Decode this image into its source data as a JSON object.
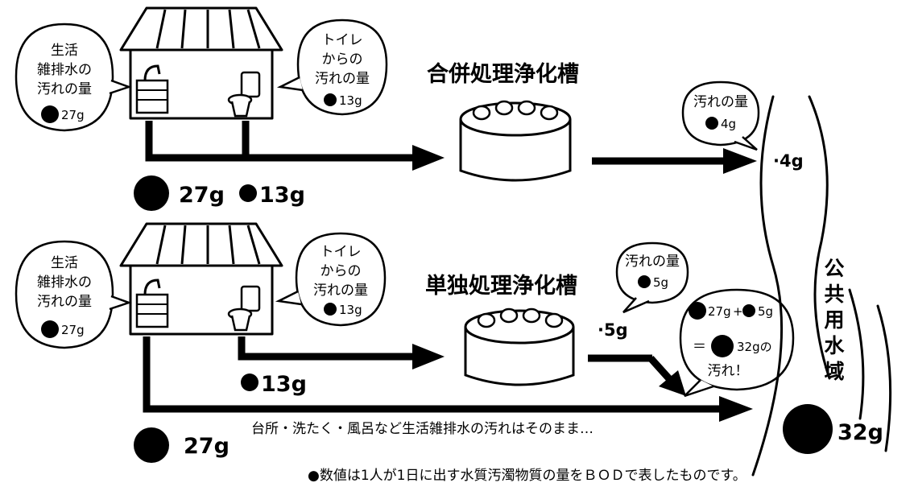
{
  "top": {
    "title": "合併処理浄化槽",
    "bubble_household": [
      "生活",
      "雑排水の",
      "汚れの量"
    ],
    "bubble_household_amount": "27g",
    "bubble_toilet": [
      "トイレ",
      "からの",
      "汚れの量"
    ],
    "bubble_toilet_amount": "13g",
    "pipe_label_household": "27g",
    "pipe_label_toilet": "13g",
    "bubble_output": [
      "汚れの量"
    ],
    "bubble_output_amount": "4g",
    "output_label": "·4g"
  },
  "bottom": {
    "title": "単独処理浄化槽",
    "bubble_household": [
      "生活",
      "雑排水の",
      "汚れの量"
    ],
    "bubble_household_amount": "27g",
    "bubble_toilet": [
      "トイレ",
      "からの",
      "汚れの量"
    ],
    "bubble_toilet_amount": "13g",
    "pipe_label_toilet": "13g",
    "pipe_label_household": "27g",
    "bubble_output": [
      "汚れの量"
    ],
    "bubble_output_amount": "5g",
    "output_label": "·5g",
    "sum_bubble": {
      "line1_a": "27g",
      "line1_plus": "+",
      "line1_b": "5g",
      "line2_eq": "＝",
      "line2_amount": "32gの",
      "line3": "汚れ！"
    },
    "untreated_note": "台所・洗たく・風呂など生活雑排水の汚れはそのまま…",
    "river_total": "32g"
  },
  "river_label": [
    "公",
    "共",
    "用",
    "水",
    "域"
  ],
  "footnote": "●数値は1人が1日に出す水質汚濁物質の量をＢＯＤで表したものです。"
}
